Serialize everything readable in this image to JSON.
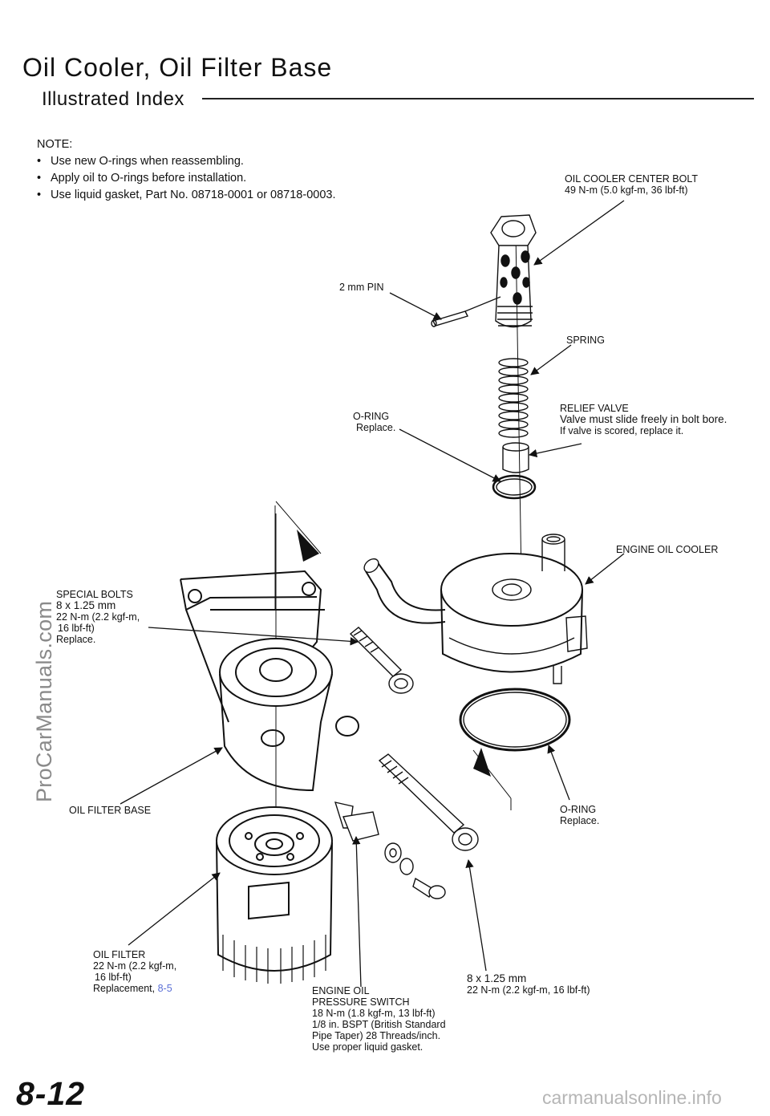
{
  "header": {
    "title": "Oil Cooler, Oil Filter Base",
    "subtitle": "Illustrated Index"
  },
  "note": {
    "heading": "NOTE:",
    "items": [
      "Use new O-rings when reassembling.",
      "Apply oil to O-rings before installation.",
      "Use liquid gasket, Part No. 08718-0001 or 08718-0003."
    ]
  },
  "labels": {
    "center_bolt": {
      "name": "OIL COOLER CENTER BOLT",
      "torque": "49 N-m (5.0 kgf-m, 36 lbf-ft)"
    },
    "pin": {
      "name": "2 mm PIN"
    },
    "spring": {
      "name": "SPRING"
    },
    "relief_valve": {
      "name": "RELIEF VALVE",
      "note1": "Valve must slide freely in bolt bore.",
      "note2": "If valve is scored, replace it."
    },
    "oring_top": {
      "name": "O-RING",
      "note": "Replace."
    },
    "cooler": {
      "name": "ENGINE OIL COOLER"
    },
    "special_bolts": {
      "name": "SPECIAL BOLTS",
      "size": "8 x 1.25 mm",
      "torque1": "22 N-m (2.2 kgf-m,",
      "torque2": "16 lbf-ft)",
      "note": "Replace."
    },
    "filter_base": {
      "name": "OIL FILTER BASE"
    },
    "oring_bottom": {
      "name": "O-RING",
      "note": "Replace."
    },
    "oil_filter": {
      "name": "OIL FILTER",
      "torque1": "22 N-m (2.2 kgf-m,",
      "torque2": "16 lbf-ft)",
      "replacement": "Replacement,",
      "ref": "8-5"
    },
    "pressure_switch": {
      "name1": "ENGINE OIL",
      "name2": "PRESSURE SWITCH",
      "torque": "18 N-m (1.8 kgf-m, 13 lbf-ft)",
      "spec1": "1/8 in. BSPT (British Standard",
      "spec2": "Pipe Taper) 28 Threads/inch.",
      "spec3": "Use proper liquid gasket."
    },
    "bolt_8x125": {
      "size": "8 x 1.25 mm",
      "torque": "22 N-m (2.2 kgf-m, 16 lbf-ft)"
    }
  },
  "sidebar_watermark": "ProCarManuals.com",
  "page_number": "8-12",
  "footer_watermark": "carmanualsonline.info"
}
